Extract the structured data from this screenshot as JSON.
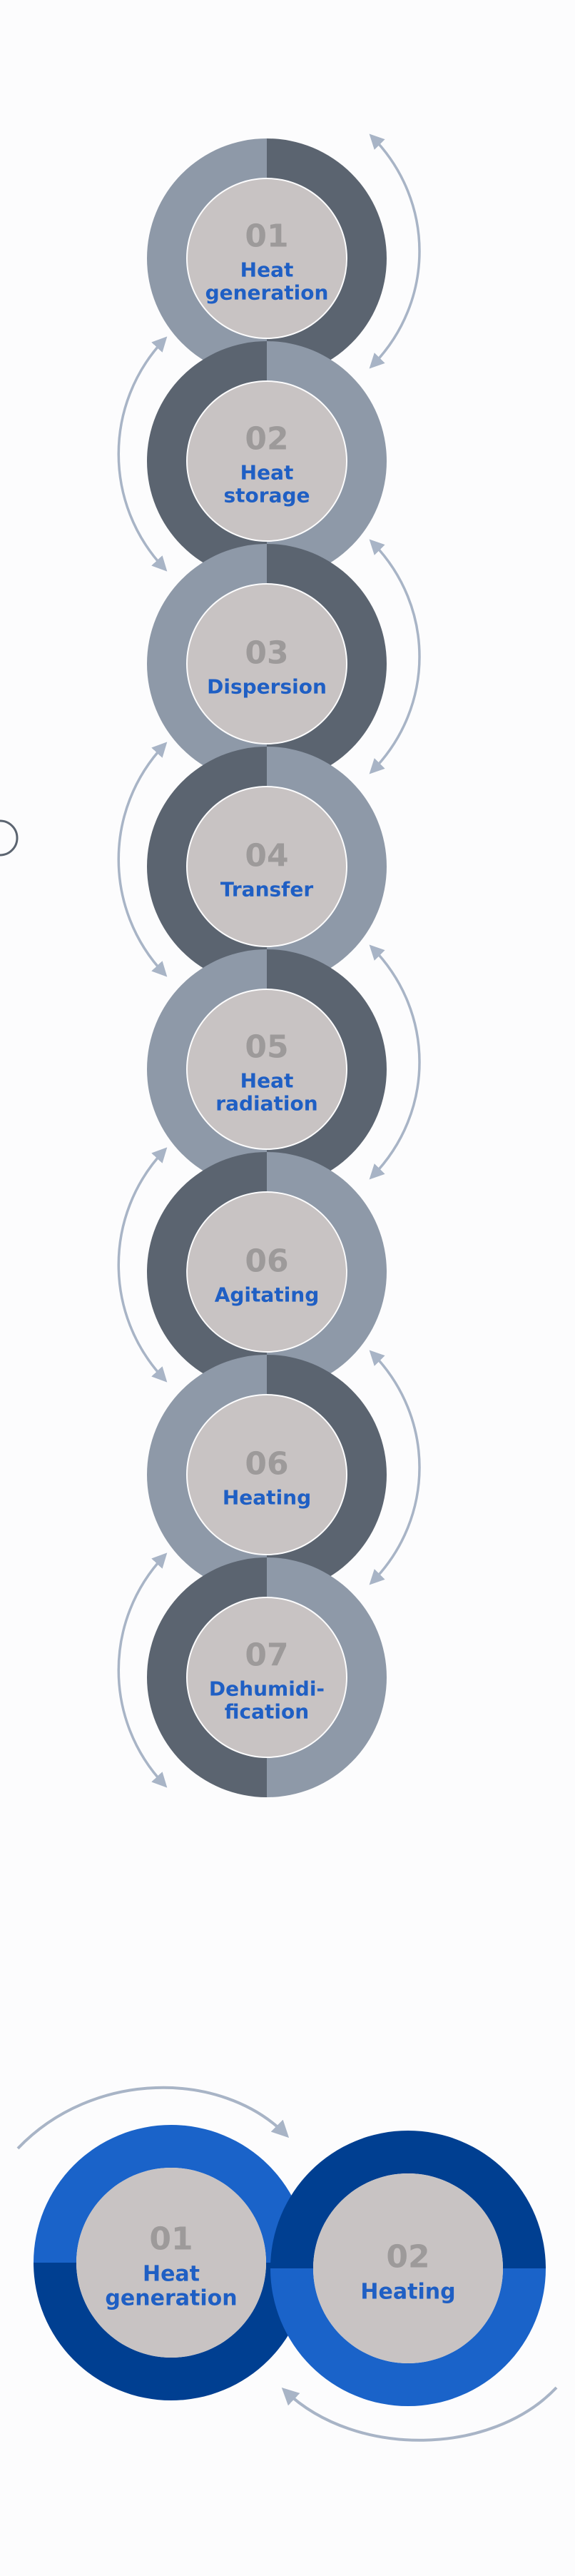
{
  "colors": {
    "light_ring": "#8e99a8",
    "dark_ring": "#5b6470",
    "center": "#c8c3c3",
    "number": "#9d9a9a",
    "label": "#1f5fc4",
    "arrow": "#a8b4c6",
    "blue_light": "#1a63c9",
    "blue_dark": "#003f91"
  },
  "steps": [
    {
      "number": "01",
      "label_lines": [
        "Heat",
        "generation"
      ]
    },
    {
      "number": "02",
      "label_lines": [
        "Heat",
        "storage"
      ]
    },
    {
      "number": "03",
      "label_lines": [
        "Dispersion"
      ]
    },
    {
      "number": "04",
      "label_lines": [
        "Transfer"
      ]
    },
    {
      "number": "05",
      "label_lines": [
        "Heat",
        "radiation"
      ]
    },
    {
      "number": "06",
      "label_lines": [
        "Agitating"
      ]
    },
    {
      "number": "06",
      "label_lines": [
        "Heating"
      ]
    },
    {
      "number": "07",
      "label_lines": [
        "Dehumidi-",
        "fication"
      ]
    }
  ],
  "loop": [
    {
      "number": "01",
      "label_lines": [
        "Heat",
        "generation"
      ]
    },
    {
      "number": "02",
      "label_lines": [
        "Heating"
      ]
    }
  ]
}
